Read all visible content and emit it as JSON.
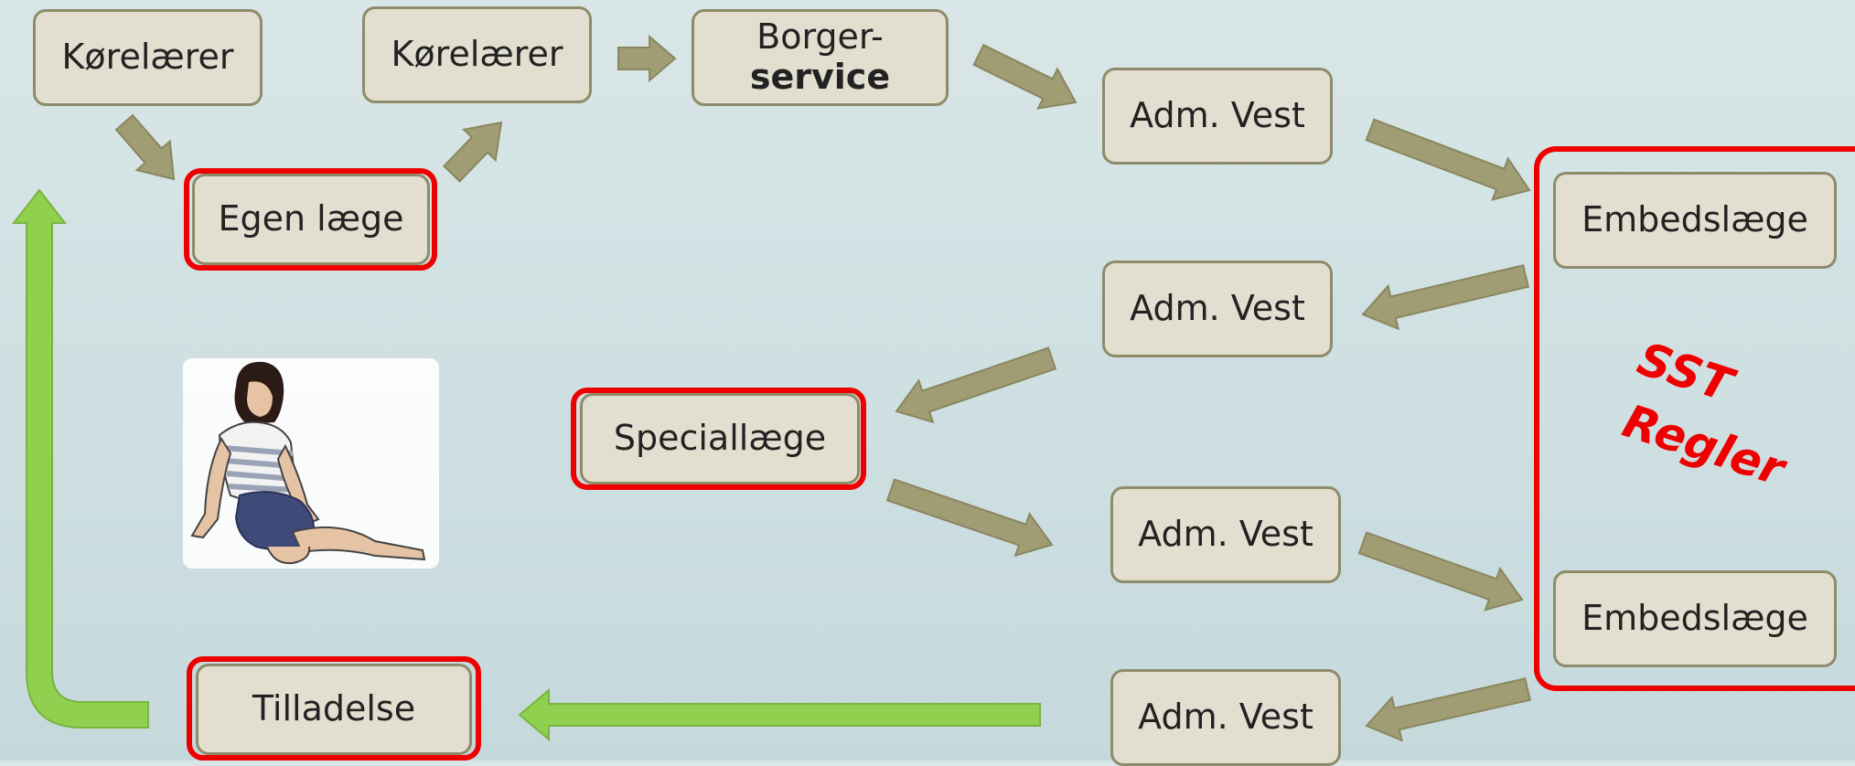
{
  "nodes": {
    "korelaerer_1": "Kørelærer",
    "korelaerer_2": "Kørelærer",
    "borger_line1": "Borger-",
    "borger_line2": "service",
    "egen_laege": "Egen læge",
    "adm_vest_1": "Adm. Vest",
    "adm_vest_2": "Adm. Vest",
    "adm_vest_3": "Adm. Vest",
    "adm_vest_4": "Adm. Vest",
    "embedslaege_1": "Embedslæge",
    "embedslaege_2": "Embedslæge",
    "speciallaege": "Speciallæge",
    "tilladelse": "Tilladelse"
  },
  "sst": {
    "line1": "SST",
    "line2": "Regler"
  },
  "colors": {
    "box_fill": "#e2dfd0",
    "box_border": "#8e8b6b",
    "flow_arrow": "#a09c74",
    "return_arrow": "#8fd14f",
    "highlight": "#ee0000"
  }
}
